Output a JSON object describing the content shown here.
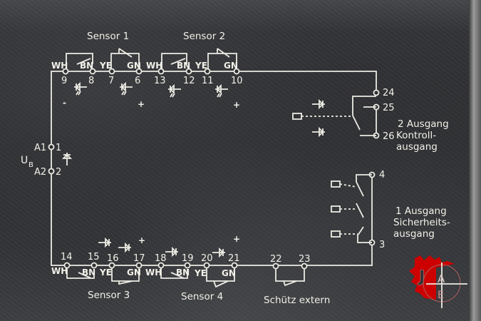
{
  "sensors": [
    {
      "label": "Sensor 1",
      "wires": [
        "WH",
        "BN",
        "YE",
        "GN"
      ],
      "terminals": [
        "9",
        "8",
        "7",
        "6"
      ]
    },
    {
      "label": "Sensor 2",
      "wires": [
        "WH",
        "BN",
        "YE",
        "GN"
      ],
      "terminals": [
        "13",
        "12",
        "11",
        "10"
      ]
    },
    {
      "label": "Sensor 3",
      "wires": [
        "WH",
        "BN",
        "YE",
        "GN"
      ],
      "terminals": [
        "14",
        "15",
        "16",
        "17"
      ]
    },
    {
      "label": "Sensor 4",
      "wires": [
        "WH",
        "BN",
        "YE",
        "GN"
      ],
      "terminals": [
        "18",
        "19",
        "20",
        "21"
      ]
    }
  ],
  "contactor": {
    "label": "Schütz extern",
    "terminals": [
      "22",
      "23"
    ]
  },
  "supply": {
    "label": "U",
    "sub": "B",
    "a1": "A1",
    "a2": "A2",
    "t1": "1",
    "t2": "2"
  },
  "output2": {
    "terminals": [
      "24",
      "25",
      "26"
    ],
    "line1": "2 Ausgang",
    "line2": "Kontroll-",
    "line3": "ausgang"
  },
  "output1": {
    "terminals": [
      "4",
      "3"
    ],
    "line1": "1 Ausgang",
    "line2": "Sicherheits-",
    "line3": "ausgang"
  },
  "polarity": {
    "minus": "-",
    "plus": "+"
  },
  "logo": {
    "text": "JAE",
    "color": "#cc0000"
  }
}
